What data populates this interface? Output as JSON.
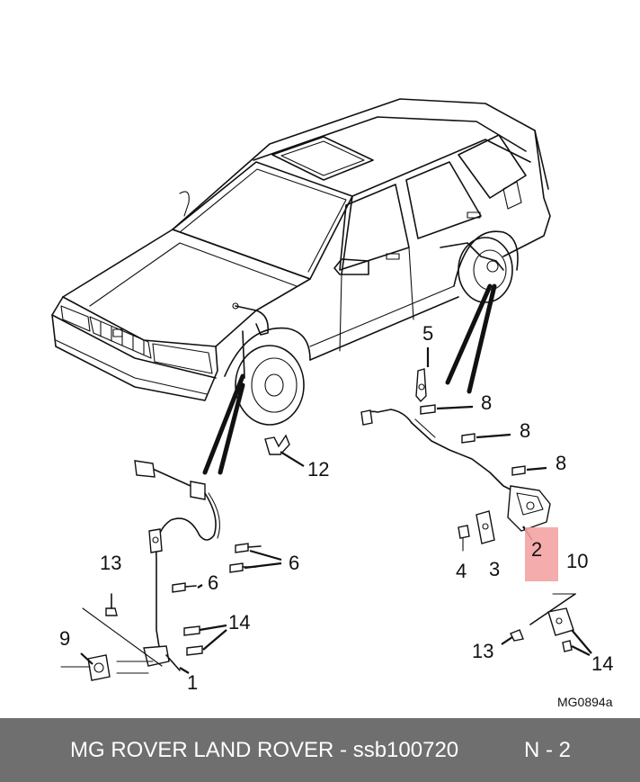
{
  "diagram": {
    "reference_code": "MG0894a",
    "callouts": {
      "c1": "1",
      "c2": "2",
      "c3": "3",
      "c4": "4",
      "c5": "5",
      "c6a": "6",
      "c6b": "6",
      "c8a": "8",
      "c8b": "8",
      "c8c": "8",
      "c9": "9",
      "c10": "10",
      "c12": "12",
      "c13a": "13",
      "c13b": "13",
      "c14a": "14",
      "c14b": "14"
    },
    "highlight_color": "#f4a3a3"
  },
  "footer": {
    "brand_text": "MG ROVER LAND ROVER - ssb100720",
    "page_text": "N - 2",
    "background": "#6f6f6f"
  }
}
